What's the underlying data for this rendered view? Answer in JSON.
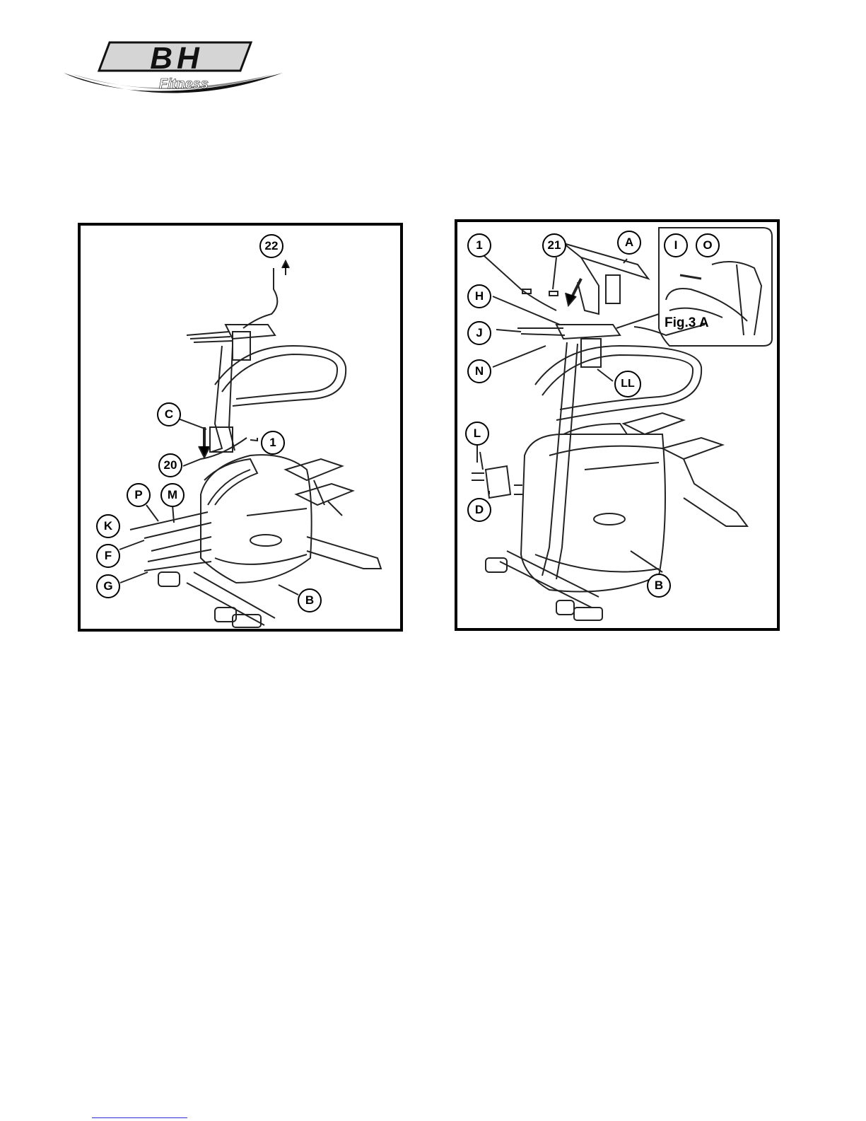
{
  "brand": {
    "logo_main": "BH",
    "logo_sub": "Fitness",
    "colors": {
      "logo_dark": "#111111",
      "logo_silver": "#c8c8c8",
      "line": "#2a2ad8"
    }
  },
  "figures": {
    "left": {
      "callouts": [
        "22",
        "C",
        "1",
        "20",
        "P",
        "M",
        "K",
        "F",
        "G",
        "B"
      ]
    },
    "right": {
      "callouts": [
        "1",
        "21",
        "A",
        "I",
        "O",
        "H",
        "J",
        "N",
        "LL",
        "L",
        "D",
        "B"
      ],
      "inset_label": "Fig.3 A"
    }
  }
}
